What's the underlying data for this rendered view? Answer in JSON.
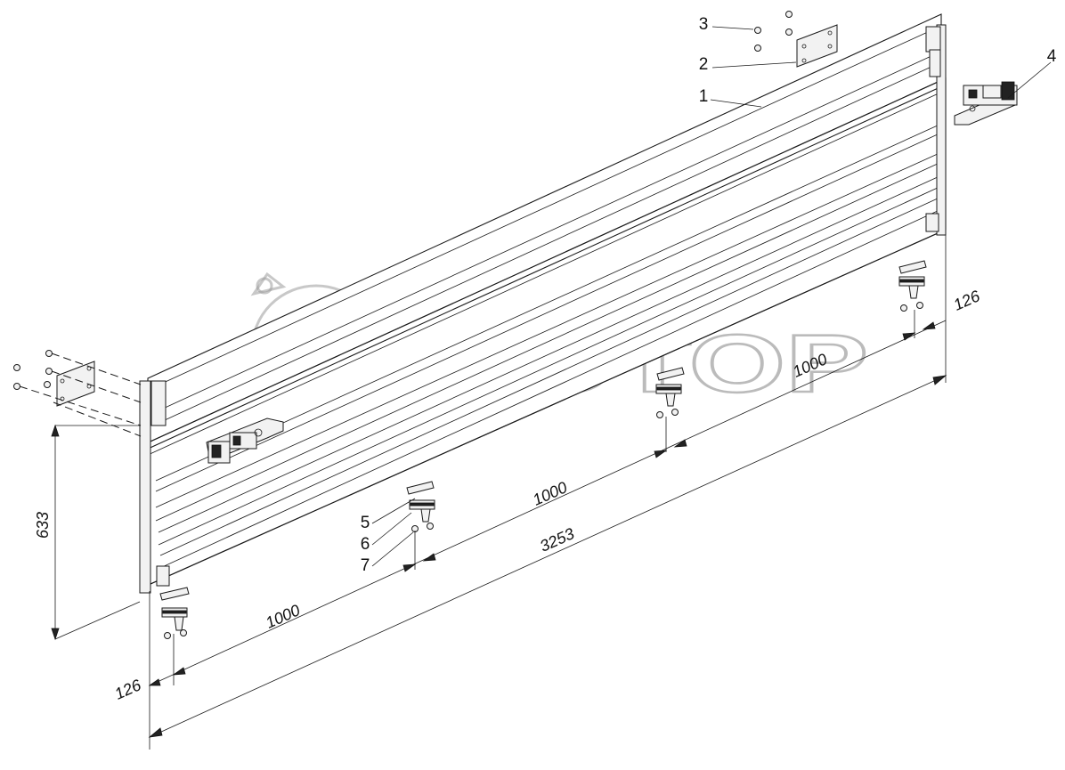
{
  "part_labels": [
    "1",
    "2",
    "3",
    "4",
    "5",
    "6",
    "7"
  ],
  "dimensions": {
    "height": "633",
    "left_offset": "126",
    "right_offset": "126",
    "spacing_1": "1000",
    "spacing_2": "1000",
    "spacing_3": "1000",
    "total_length": "3253"
  },
  "watermark": {
    "text": "POTOP",
    "color": "#8e8e8e"
  },
  "colors": {
    "line": "#1a1a1a",
    "background": "#ffffff"
  }
}
